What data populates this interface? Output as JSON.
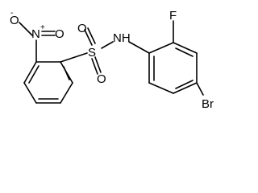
{
  "atoms": {
    "oxygen_minus": "O",
    "minus_charge": "-",
    "nitrogen_nitro": "N",
    "plus_charge": "+",
    "oxygen_nitro": "O",
    "sulfur": "S",
    "oxygen_sulfonyl_top": "O",
    "oxygen_sulfonyl_bottom": "O",
    "amine_nh": "NH",
    "fluorine": "F",
    "bromine": "Br"
  },
  "colors": {
    "bond": "#000000",
    "background": "#ffffff",
    "text": "#000000"
  }
}
